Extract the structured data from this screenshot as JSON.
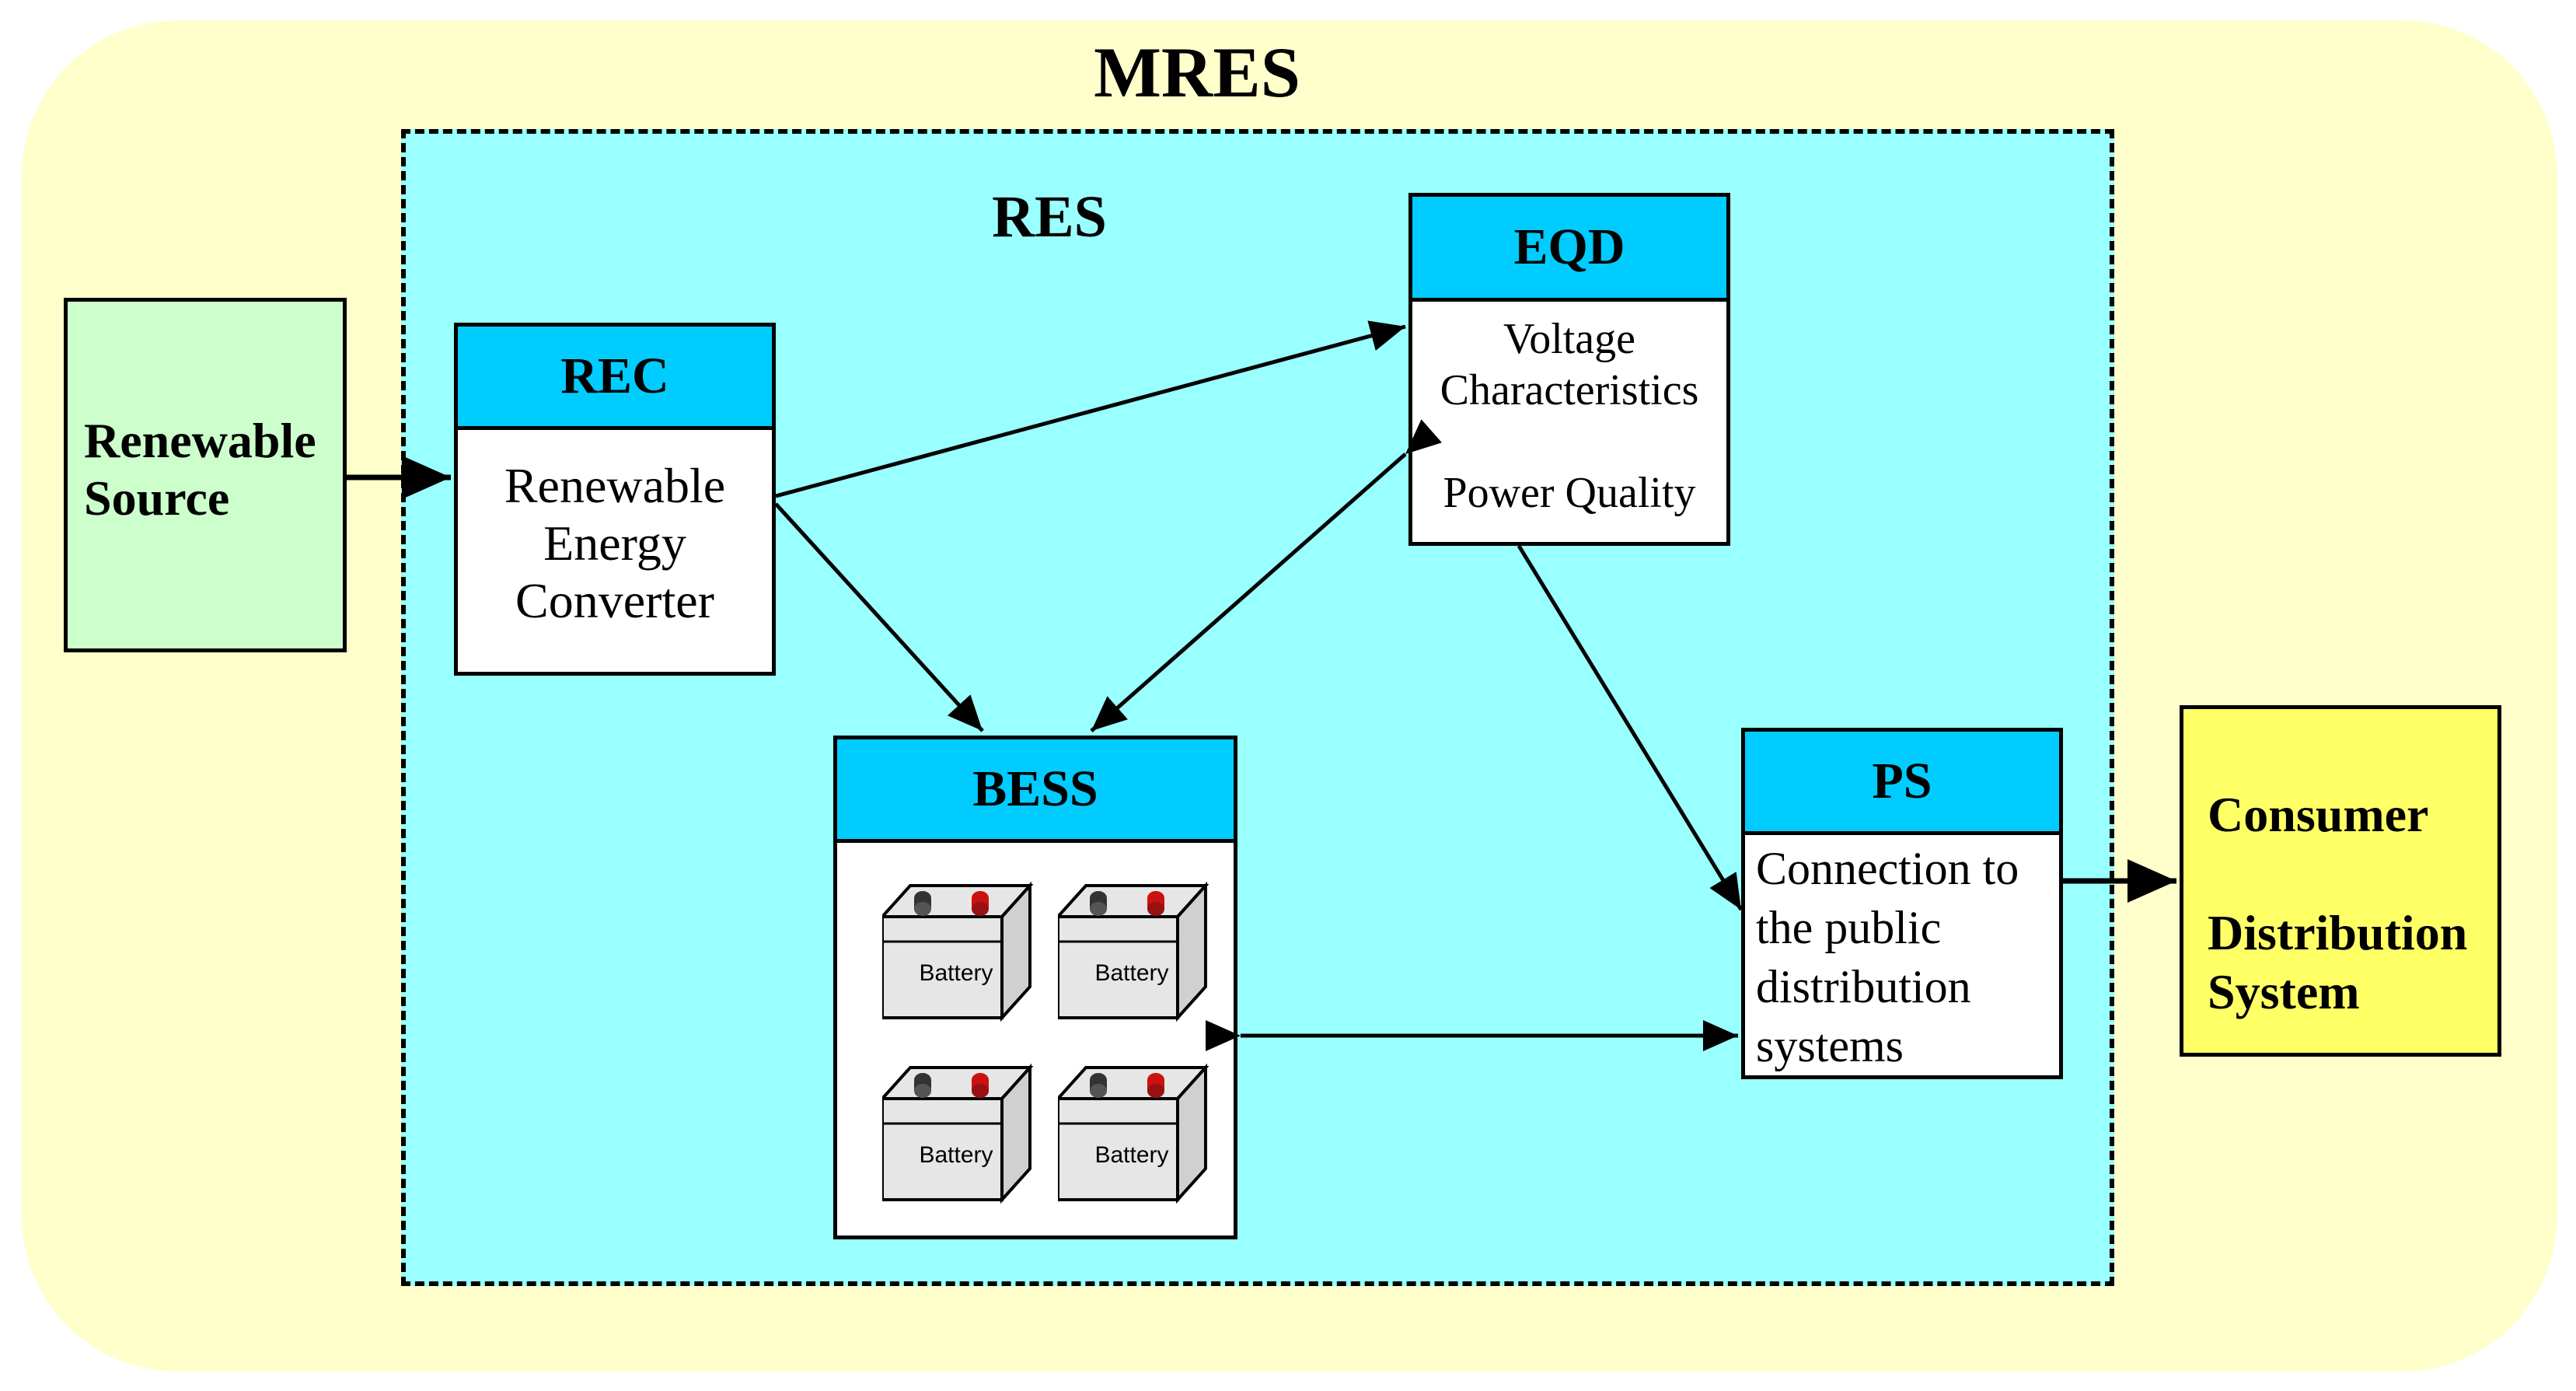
{
  "colors": {
    "outer_bg": "#ffffcc",
    "res_bg": "#99ffff",
    "header_bg": "#00ccff",
    "source_bg": "#ccffcc",
    "consumer_bg": "#ffff66",
    "battery_body": "#e6e6e6",
    "battery_terminal_red": "#cc1111",
    "battery_terminal_dark": "#333333"
  },
  "mres": {
    "title": "MRES"
  },
  "res": {
    "title": "RES"
  },
  "renewable_source": {
    "line1": "Renewable",
    "line2": "Source"
  },
  "rec": {
    "title": "REC",
    "line1": "Renewable",
    "line2": "Energy",
    "line3": "Converter"
  },
  "eqd": {
    "title": "EQD",
    "line1": "Voltage",
    "line2": "Characteristics",
    "line3": "Power Quality"
  },
  "bess": {
    "title": "BESS",
    "batteries": [
      "Battery",
      "Battery",
      "Battery",
      "Battery"
    ]
  },
  "ps": {
    "title": "PS",
    "line1": "Connection to",
    "line2": "the public",
    "line3": "distribution",
    "line4": "systems"
  },
  "consumer": {
    "line1": "Consumer",
    "line2": "Distribution",
    "line3": "System"
  }
}
